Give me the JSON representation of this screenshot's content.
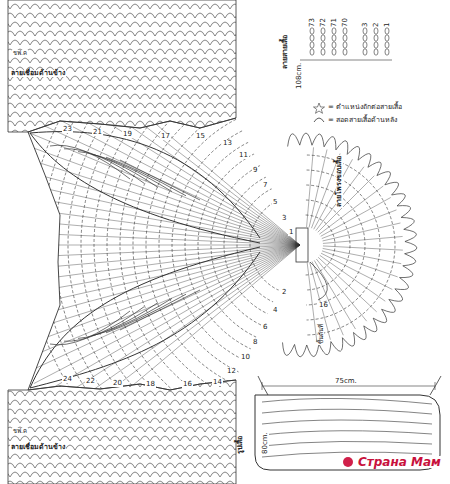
{
  "diagram": {
    "labels": [
      "ชฟ.ค",
      "ลายเชื่อมด้านข้าง",
      "ชฟ.ค",
      "ลายเชื่อมด้านข้าง",
      "73",
      "72",
      "71",
      "70",
      "3",
      "2",
      "1",
      "108cm.",
      "ลายสายเสื้อ",
      "ลายโพรงขอบเสื้อ",
      "ขึ้นต้นที่",
      "16",
      "23",
      "21",
      "19",
      "17",
      "15",
      "13",
      "11",
      "9",
      "7",
      "5",
      "3",
      "1",
      "24",
      "22",
      "20",
      "18",
      "16",
      "14",
      "12",
      "10",
      "8",
      "6",
      "4",
      "2",
      "รูปเสื้อ",
      "75cm.",
      "80cm.",
      "Страна Мам"
    ],
    "legend": [
      {
        "text": "= ตำแหน่งถักต่อสายเสื้อ"
      },
      {
        "text": "= สอดสายเสื้อด้านหลัง"
      }
    ]
  }
}
